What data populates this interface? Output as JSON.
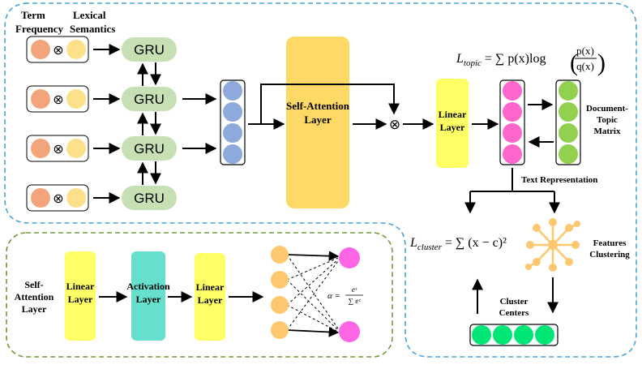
{
  "colors": {
    "dash_blue": "#4aa3d8",
    "dash_green": "#6f9a3a",
    "input_orange": "#f2a47a",
    "input_yellow": "#fde08a",
    "gru_green": "#c6e0b4",
    "blue_circle": "#8ea9db",
    "self_attention_fill": "#ffd966",
    "linear_yellow": "#ffff66",
    "pink": "#ff66cc",
    "green_circle": "#92d050",
    "activation": "#66e0cc",
    "cluster_green": "#00e676",
    "orange_circle": "#ffc000",
    "node_yellow": "#ffc86e"
  },
  "top": {
    "term_frequency": [
      "Term",
      "Frequency"
    ],
    "lexical_semantics": [
      "Lexical",
      "Semantics"
    ],
    "otimes": "⊗",
    "gru_labels": [
      "GRU",
      "GRU",
      "GRU",
      "GRU"
    ],
    "self_attention": [
      "Self-Attention",
      "Layer"
    ],
    "linear": [
      "Linear",
      "Layer"
    ],
    "doc_topic": [
      "Document-",
      "Topic",
      "Matrix"
    ],
    "text_representation": "Text Representation",
    "l_topic": {
      "base": "L",
      "sub": "topic",
      "rest": " = ∑ p(x)log",
      "frac_num": "p(x)",
      "frac_den": "q(x)"
    }
  },
  "cluster": {
    "l_cluster": {
      "base": "L",
      "sub": "cluster",
      "rest": " = ∑ (x − c)²"
    },
    "features": [
      "Features",
      "Clustering"
    ],
    "centers": [
      "Cluster",
      "Centers"
    ]
  },
  "bottom": {
    "self_attention": [
      "Self-",
      "Attention",
      "Layer"
    ],
    "linear1": [
      "Linear",
      "Layer"
    ],
    "activation": [
      "Activation",
      "Layer"
    ],
    "linear2": [
      "Linear",
      "Layer"
    ],
    "alpha": {
      "lhs": "α =",
      "num": "eᶻ",
      "den": "∑ eᶻ"
    }
  }
}
